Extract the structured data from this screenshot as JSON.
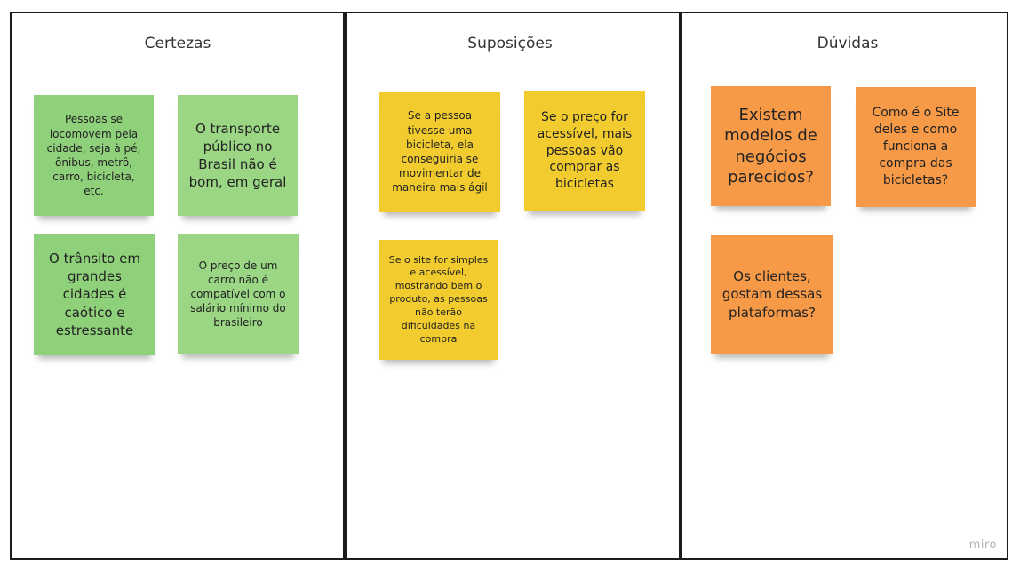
{
  "columns": [
    {
      "title": "Certezas"
    },
    {
      "title": "Suposições"
    },
    {
      "title": "Dúvidas"
    }
  ],
  "notes": {
    "certezas": [
      "Pessoas se locomovem pela cidade, seja à pé, ônibus, metrô, carro, bicicleta, etc.",
      "O transporte público no Brasil não é bom, em geral",
      "O trânsito em grandes cidades é caótico e estressante",
      "O preço de um carro não é compatível com o salário mínimo do brasileiro"
    ],
    "suposicoes": [
      "Se a pessoa tivesse uma bicicleta, ela conseguiria se movimentar de maneira mais ágil",
      "Se o preço for acessível, mais pessoas vão comprar as bicicletas",
      "Se o site for simples e acessível, mostrando bem o produto, as pessoas não terão dificuldades na compra"
    ],
    "duvidas": [
      "Existem modelos de negócios parecidos?",
      "Como é o Site deles e como funciona a compra das bicicletas?",
      "Os clientes, gostam dessas plataformas?"
    ]
  },
  "colors": {
    "green": "#8fd07a",
    "yellow": "#f2cc2e",
    "orange": "#f79a48",
    "frame": "#1c1c1c"
  },
  "watermark": "miro"
}
